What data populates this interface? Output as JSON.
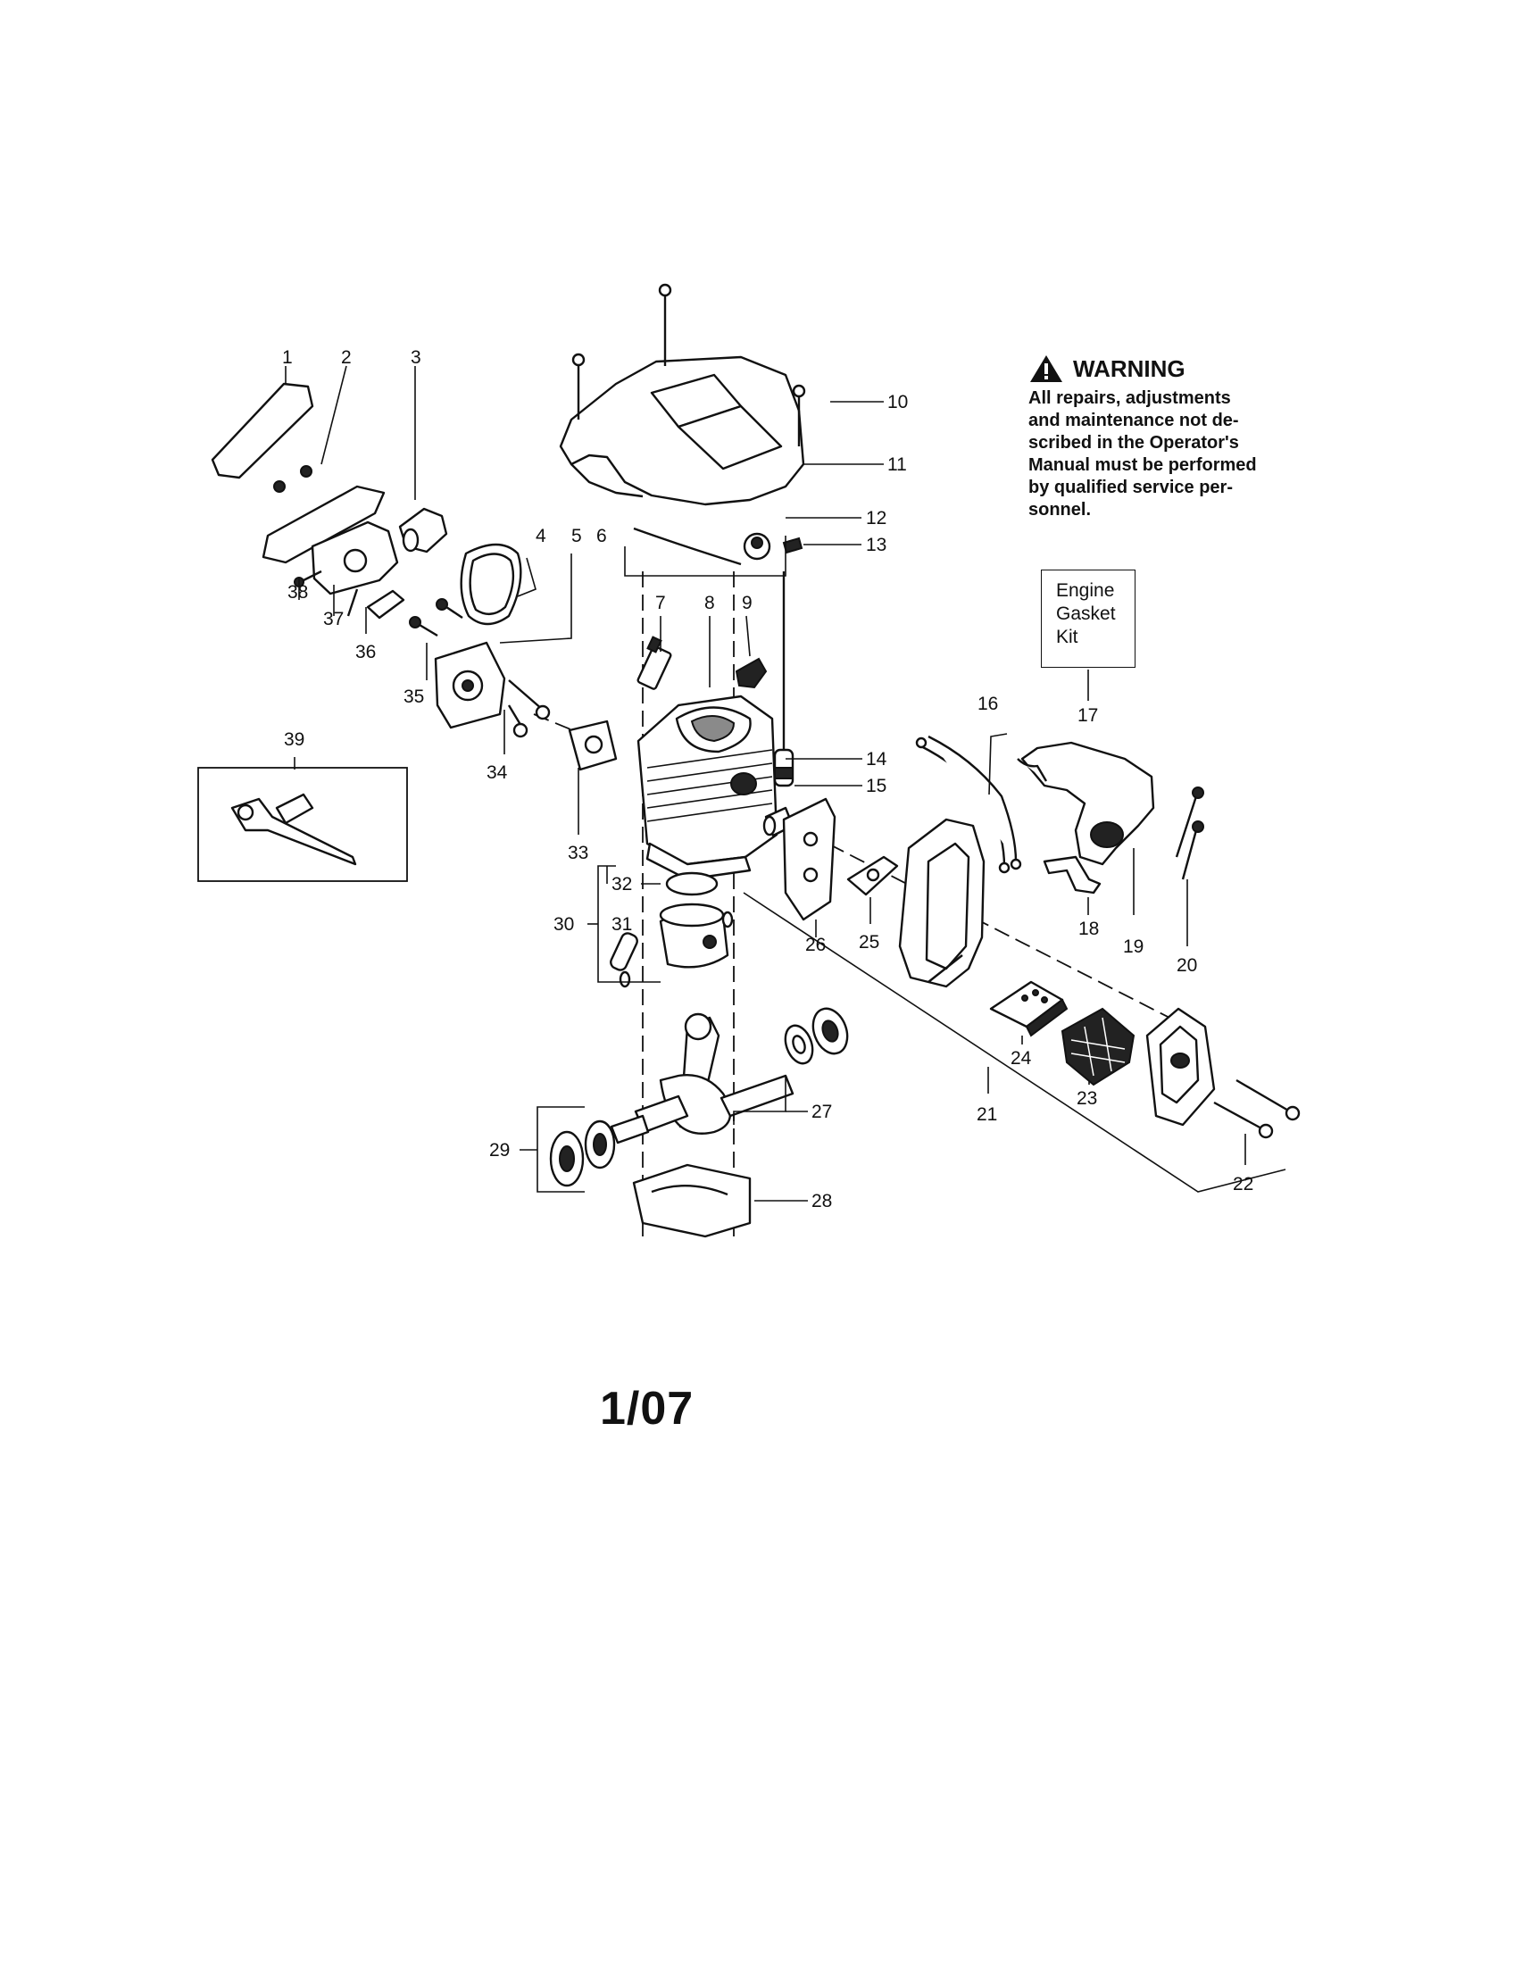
{
  "warning": {
    "heading": "WARNING",
    "lines": [
      "All repairs, adjustments",
      "and maintenance not de-",
      "scribed in the Operator's",
      "Manual must be performed",
      "by qualified service per-",
      "sonnel."
    ]
  },
  "kit_box": {
    "lines": [
      "Engine",
      "Gasket",
      "Kit"
    ]
  },
  "date_code": "1/07",
  "callouts": {
    "c1": "1",
    "c2": "2",
    "c3": "3",
    "c4": "4",
    "c5": "5",
    "c6": "6",
    "c7": "7",
    "c8": "8",
    "c9": "9",
    "c10": "10",
    "c11": "11",
    "c12": "12",
    "c13": "13",
    "c14": "14",
    "c15": "15",
    "c16": "16",
    "c17": "17",
    "c18": "18",
    "c19": "19",
    "c20": "20",
    "c21": "21",
    "c22": "22",
    "c23": "23",
    "c24": "24",
    "c25": "25",
    "c26": "26",
    "c27": "27",
    "c28": "28",
    "c29": "29",
    "c30": "30",
    "c31": "31",
    "c32": "32",
    "c33": "33",
    "c34": "34",
    "c35": "35",
    "c36": "36",
    "c37": "37",
    "c38": "38",
    "c39": "39"
  }
}
